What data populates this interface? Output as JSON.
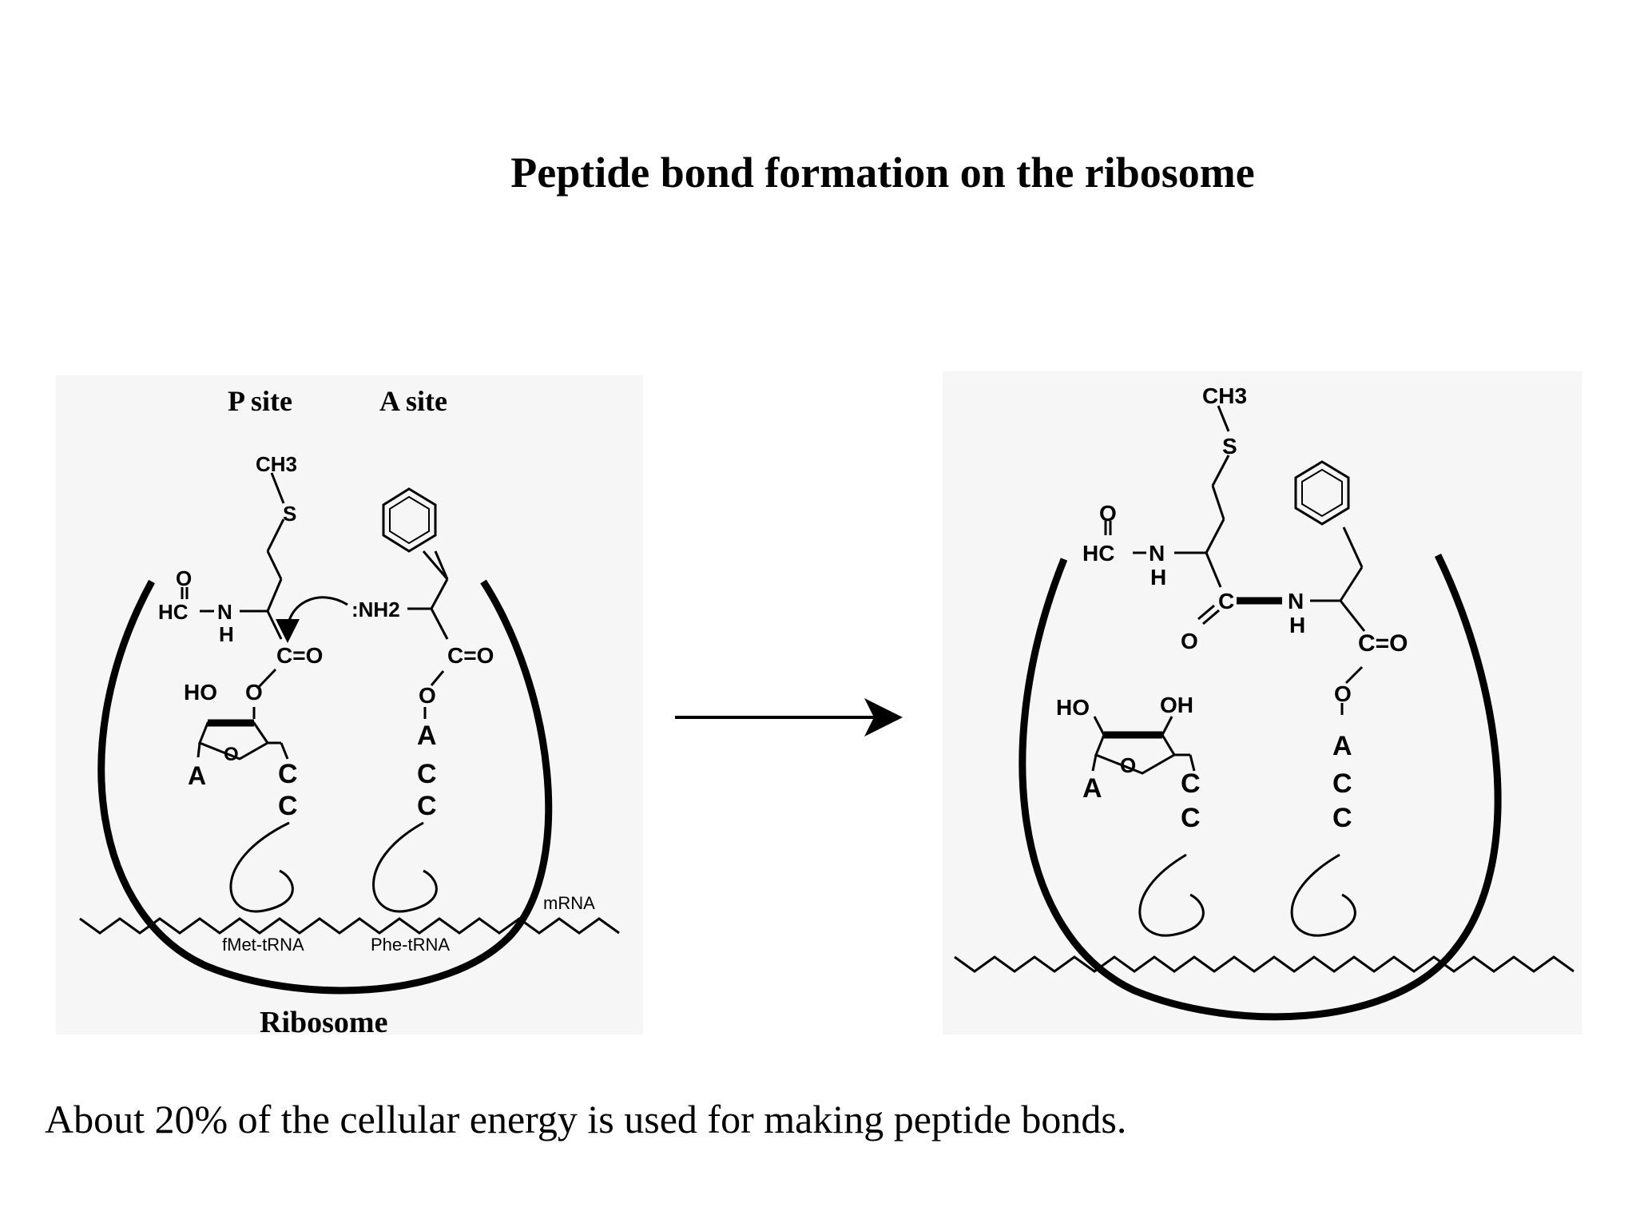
{
  "title": "Peptide bond formation on the ribosome",
  "caption": "About 20% of the cellular energy is used for making peptide bonds.",
  "left_panel": {
    "p_site_label": "P site",
    "a_site_label": "A site",
    "ribosome_label": "Ribosome",
    "mrna_label": "mRNA",
    "fmet_trna_label": "fMet-tRNA",
    "phe_trna_label": "Phe-tRNA",
    "ch3": "CH3",
    "s": "S",
    "o_formyl": "O",
    "hc": "HC",
    "n": "N",
    "h": "H",
    "c_eq_o_p": "C=O",
    "nh2": ":NH2",
    "c_eq_o_a": "C=O",
    "ho": "HO",
    "o_ester_p": "O",
    "o_ester_a": "O",
    "a_sugar": "A",
    "o_ring": "O",
    "c1": "C",
    "c2": "C",
    "a_a": "A",
    "a_c1": "C",
    "a_c2": "C"
  },
  "right_panel": {
    "ch3": "CH3",
    "s": "S",
    "o_formyl": "O",
    "hc": "HC",
    "n1": "N",
    "h1": "H",
    "c_mid": "C",
    "o_mid": "O",
    "n2": "N",
    "h2": "H",
    "c_eq_o": "C=O",
    "ho": "HO",
    "oh": "OH",
    "a_sugar": "A",
    "o_ring": "O",
    "c1": "C",
    "c2": "C",
    "o_ester": "O",
    "a_a": "A",
    "a_c1": "C",
    "a_c2": "C"
  }
}
